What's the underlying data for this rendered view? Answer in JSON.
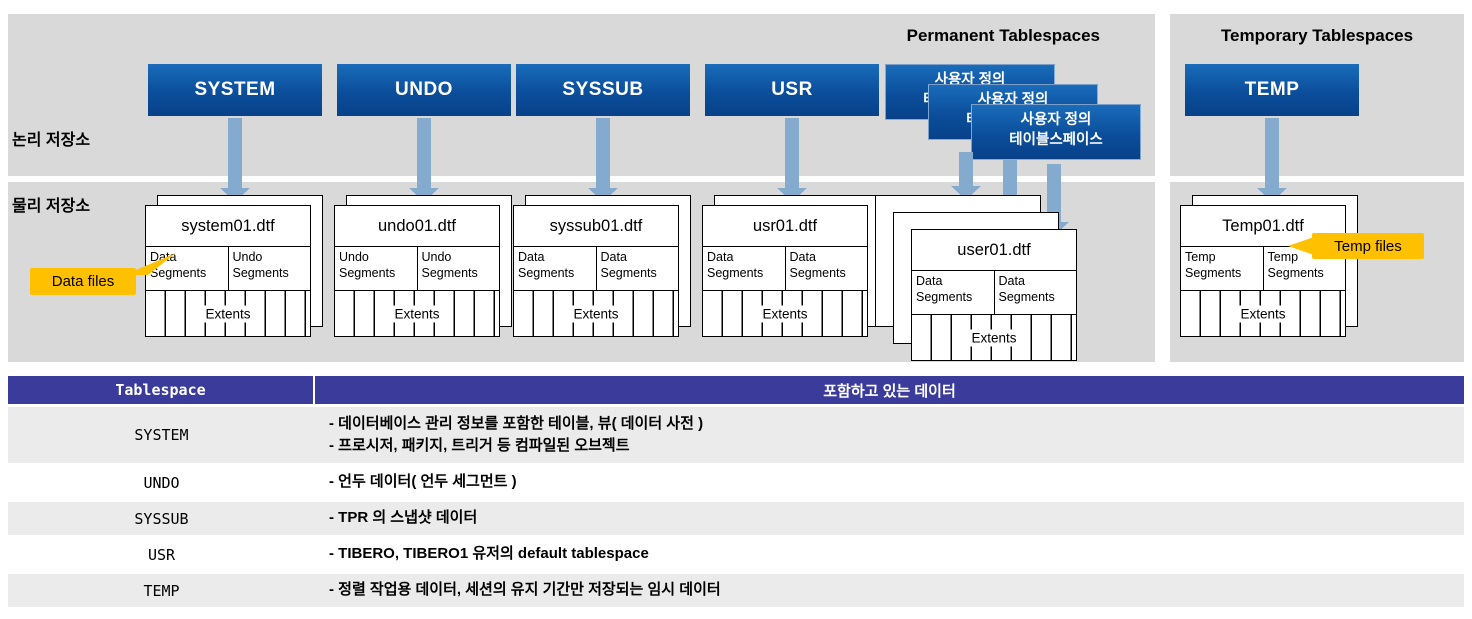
{
  "titles": {
    "permanent": "Permanent Tablespaces",
    "temporary": "Temporary Tablespaces"
  },
  "side_labels": {
    "logical": "논리 저장소",
    "physical": "물리 저장소"
  },
  "callouts": {
    "data_files": "Data files",
    "temp_files": "Temp files"
  },
  "user_defined": {
    "line1": "사용자 정의",
    "line2": "테이블스페이스"
  },
  "groups": [
    {
      "name": "SYSTEM",
      "file": "system01.dtf",
      "seg1": "Data Segments",
      "seg2": "Undo Segments",
      "extents": "Extents"
    },
    {
      "name": "UNDO",
      "file": "undo01.dtf",
      "seg1": "Undo Segments",
      "seg2": "Undo Segments",
      "extents": "Extents"
    },
    {
      "name": "SYSSUB",
      "file": "syssub01.dtf",
      "seg1": "Data Segments",
      "seg2": "Data Segments",
      "extents": "Extents"
    },
    {
      "name": "USR",
      "file": "usr01.dtf",
      "seg1": "Data Segments",
      "seg2": "Data Segments",
      "extents": "Extents"
    },
    {
      "name": "사용자 정의 테이블스페이스",
      "file": "user01.dtf",
      "seg1": "Data Segments",
      "seg2": "Data Segments",
      "extents": "Extents"
    },
    {
      "name": "TEMP",
      "file": "Temp01.dtf",
      "seg1": "Temp Segments",
      "seg2": "Temp Segments",
      "extents": "Extents"
    }
  ],
  "table": {
    "col1_header": "Tablespace",
    "col2_header": "포함하고 있는 데이터",
    "rows": [
      {
        "name": "SYSTEM",
        "line1": "-  데이터베이스 관리 정보를 포함한 테이블, 뷰( 데이터 사전 )",
        "line2": "-  프로시저, 패키지, 트리거 등 컴파일된 오브젝트"
      },
      {
        "name": "UNDO",
        "line1": "- 언두 데이터( 언두 세그먼트 )"
      },
      {
        "name": "SYSSUB",
        "line1": "- TPR 의 스냅샷 데이터"
      },
      {
        "name": "USR",
        "line1": "- TIBERO, TIBERO1 유저의 default tablespace"
      },
      {
        "name": "TEMP",
        "line1": "-  정렬 작업용 데이터, 세션의 유지 기간만 저장되는 임시 데이터"
      }
    ]
  }
}
